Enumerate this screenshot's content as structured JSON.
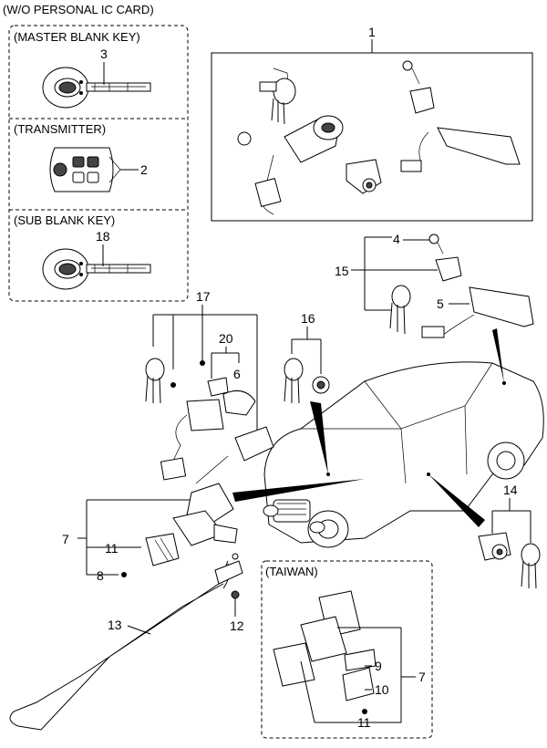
{
  "header": {
    "title": "(W/O PERSONAL IC CARD)"
  },
  "panels": {
    "master": "(MASTER BLANK KEY)",
    "transmitter": "(TRANSMITTER)",
    "sub": "(SUB BLANK KEY)",
    "taiwan": "(TAIWAN)"
  },
  "callouts": {
    "c1": "1",
    "c2": "2",
    "c3": "3",
    "c4": "4",
    "c5": "5",
    "c6": "6",
    "c7a": "7",
    "c7b": "7",
    "c8": "8",
    "c9": "9",
    "c10": "10",
    "c11a": "11",
    "c11b": "11",
    "c12": "12",
    "c13": "13",
    "c14": "14",
    "c15": "15",
    "c16": "16",
    "c17": "17",
    "c18": "18",
    "c20": "20"
  }
}
